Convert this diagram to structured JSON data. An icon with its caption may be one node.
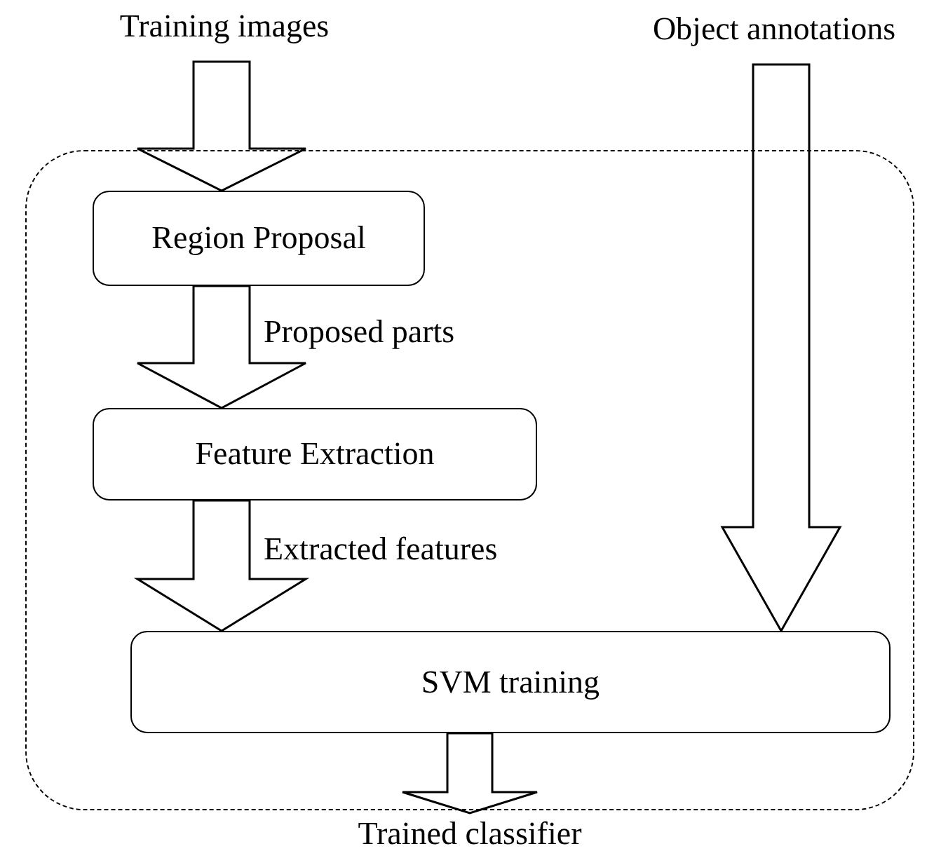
{
  "diagram": {
    "nodes": [
      {
        "text": [
          "Training images"
        ]
      },
      {
        "text": [
          "Object annotations"
        ]
      },
      {
        "text": [],
        "shape": "box"
      },
      {
        "text": [
          "Region Proposal"
        ],
        "in": 2
      },
      {
        "text": [
          "Feature Extraction"
        ],
        "in": 2
      },
      {
        "text": [
          "SVM training"
        ],
        "in": 2
      },
      {
        "text": [
          "Trained classifier"
        ]
      }
    ],
    "edges": [
      {
        "from": 0,
        "to": 3,
        "arrow": "to"
      },
      {
        "from": 3,
        "to": 4,
        "arrow": "to",
        "label": "Proposed parts"
      },
      {
        "from": 4,
        "to": 5,
        "arrow": "to",
        "label": "Extracted features"
      },
      {
        "from": 1,
        "to": 5,
        "arrow": "to"
      },
      {
        "from": 5,
        "to": 6,
        "arrow": "to"
      }
    ]
  }
}
